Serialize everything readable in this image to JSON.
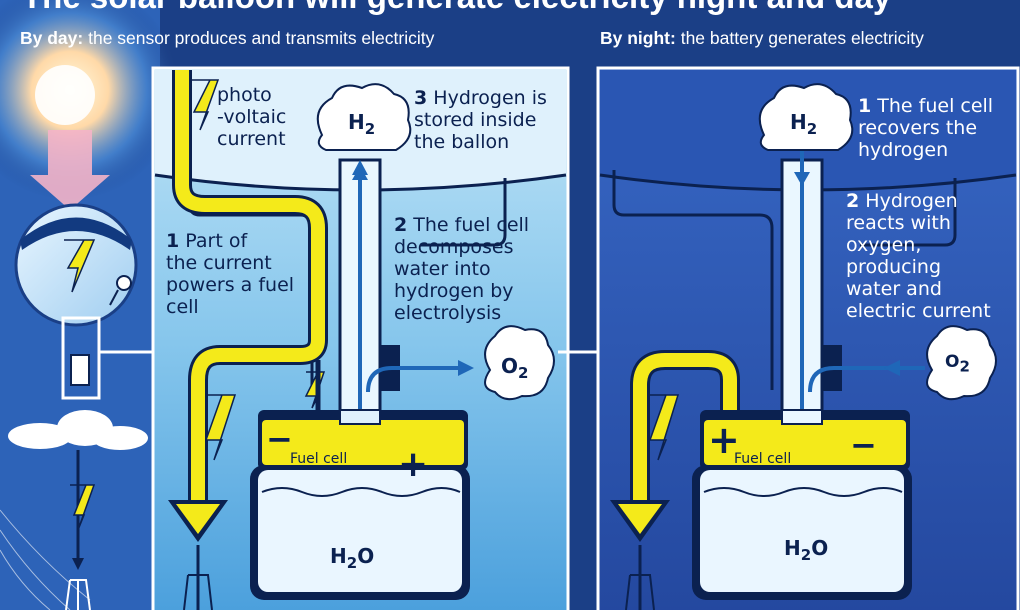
{
  "header": {
    "title": "The solar balloon will generate electricity night and day",
    "day_label": "By day:",
    "day_text": "the sensor produces and transmits electricity",
    "night_label": "By night:",
    "night_text": "the battery generates electricity"
  },
  "day_panel": {
    "photovoltaic": "photo\n-voltaic\ncurrent",
    "step1_num": "1",
    "step1_text": "Part of\nthe current\npowers a fuel\ncell",
    "step2_num": "2",
    "step2_text": "The fuel cell\ndecomposes\nwater into\nhydrogen by\nelectrolysis",
    "step3_num": "3",
    "step3_text": "Hydrogen is\nstored inside\nthe ballon",
    "h2": "H",
    "h2_sub": "2",
    "o2": "O",
    "o2_sub": "2",
    "water": "H",
    "water_sub": "2",
    "water_o": "O",
    "fuel_cell": "Fuel cell",
    "minus": "−",
    "plus": "+"
  },
  "night_panel": {
    "step1_num": "1",
    "step1_text": "The fuel cell\nrecovers the\nhydrogen",
    "step2_num": "2",
    "step2_text": "Hydrogen\nreacts with\noxygen,\nproducing\nwater and\nelectric current",
    "h2": "H",
    "h2_sub": "2",
    "o2": "O",
    "o2_sub": "2",
    "water": "H",
    "water_sub": "2",
    "water_o": "O",
    "fuel_cell": "Fuel cell",
    "minus": "−",
    "plus": "+"
  },
  "colors": {
    "background": "#1b3f86",
    "day_sky": "#7fc1ea",
    "night_sky": "#2e5cb7",
    "yellow": "#f4ea1a",
    "dark_blue": "#0b2150"
  }
}
